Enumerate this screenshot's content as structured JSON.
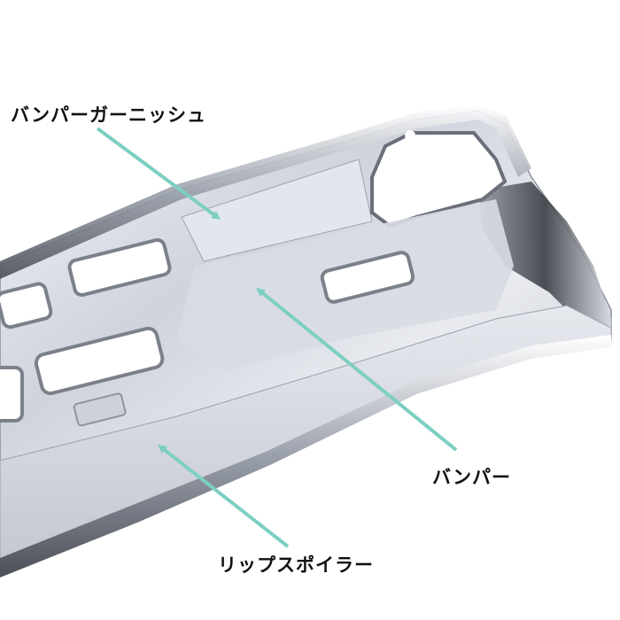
{
  "callouts": {
    "garnish": "バンパーガーニッシュ",
    "bumper": "バンパー",
    "lip_spoiler": "リップスポイラー"
  },
  "colors": {
    "arrow": "#7ccfc2",
    "chrome_light": "#dfe2ea",
    "chrome_dark": "#3a3d45",
    "label_text": "#111111"
  }
}
